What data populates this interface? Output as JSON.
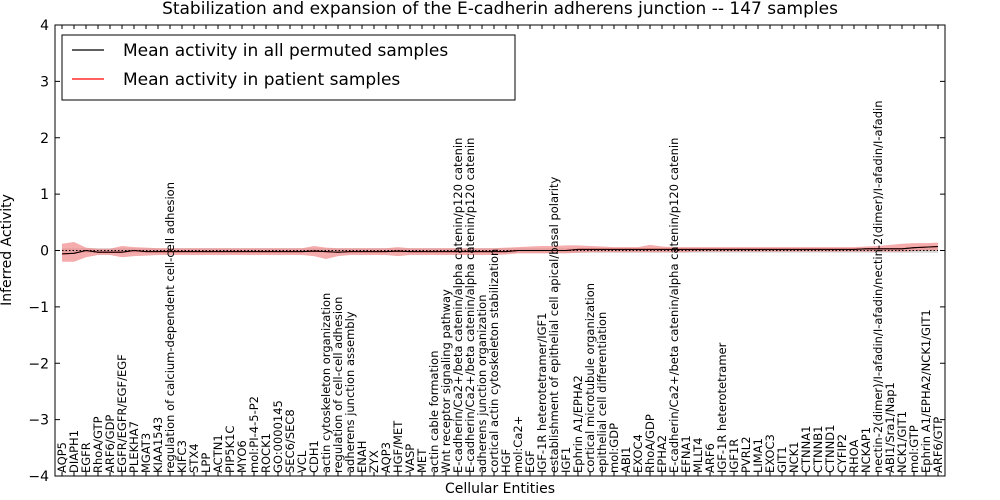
{
  "chart_data": {
    "type": "line",
    "title": "Stabilization and expansion of the E-cadherin adherens junction -- 147 samples",
    "xlabel": "Cellular Entities",
    "ylabel": "Inferred Activity",
    "ylim": [
      -4,
      4
    ],
    "yticks": [
      -4,
      -3,
      -2,
      -1,
      0,
      1,
      2,
      3,
      4
    ],
    "grid": false,
    "legend_position": "top-left",
    "categories": [
      "AQP5",
      "DIAPH1",
      "EGFR",
      "RhoA/GTP",
      "ARF6/GDP",
      "EGFR/EGFR/EGF/EGF",
      "PLEKHA7",
      "MGAT3",
      "KIAA1543",
      "regulation of calcium-dependent cell-cell adhesion",
      "KIFC3",
      "STX4",
      "LPP",
      "ACTN1",
      "PIP5K1C",
      "MYO6",
      "mol:PI-4-5-P2",
      "ROCK1",
      "GO:0000145",
      "SEC6/SEC8",
      "VCL",
      "CDH1",
      "actin cytoskeleton organization",
      "regulation of cell-cell adhesion",
      "adherens junction assembly",
      "ENAH",
      "ZYX",
      "AQP3",
      "HGF/MET",
      "VASP",
      "MET",
      "actin cable formation",
      "Wnt receptor signaling pathway",
      "E-cadherin/Ca2+/beta catenin/alpha catenin/p120 catenin",
      "E-cadherin/Ca2+/beta catenin/alpha catenin/p120 catenin",
      "adherens junction organization",
      "cortical actin cytoskeleton stabilization",
      "HGF",
      "mol:Ca2+",
      "EGF",
      "IGF-1R heterotetramer/IGF1",
      "establishment of epithelial cell apical/basal polarity",
      "IGF1",
      "Ephrin A1/EPHA2",
      "cortical microtubule organization",
      "epithelial cell differentiation",
      "mol:GDP",
      "ABI1",
      "EXOC4",
      "RhoA/GDP",
      "EPHA2",
      "E-cadherin/Ca2+/beta catenin/alpha catenin/p120 catenin",
      "EFNA1",
      "MLLT4",
      "ARF6",
      "IGF-1R heterotetramer",
      "IGF1R",
      "PVRL2",
      "LIMA1",
      "EXOC3",
      "GIT1",
      "NCK1",
      "CTNNA1",
      "CTNNB1",
      "CTNND1",
      "CYFIP2",
      "RHOA",
      "NCKAP1",
      "nectin-2(dimer)/I-afadin/I-afadin/nectin-2(dimer)/I-afadin/I-afadin",
      "ABI1/Sra1/Nap1",
      "NCK1/GIT1",
      "mol:GTP",
      "Ephrin A1/EPHA2/NCK1/GIT1",
      "ARF6/GTP"
    ],
    "series": [
      {
        "name": "Mean activity in all permuted samples",
        "color": "#000000",
        "style": "dotted-band",
        "values": [
          0,
          0,
          0,
          0,
          0,
          0,
          0,
          0,
          0,
          0,
          0,
          0,
          0,
          0,
          0,
          0,
          0,
          0,
          0,
          0,
          0,
          0,
          0,
          0,
          0,
          0,
          0,
          0,
          0,
          0,
          0,
          0,
          0,
          0,
          0,
          0,
          0,
          0,
          0,
          0,
          0,
          0,
          0,
          0,
          0,
          0,
          0,
          0,
          0,
          0,
          0,
          0,
          0,
          0,
          0,
          0,
          0,
          0,
          0,
          0,
          0,
          0,
          0,
          0,
          0,
          0,
          0,
          0,
          0,
          0,
          0,
          0,
          0,
          0
        ],
        "band_lower": [
          -0.04,
          -0.04,
          -0.04,
          -0.04,
          -0.04,
          -0.04,
          -0.04,
          -0.04,
          -0.04,
          -0.04,
          -0.04,
          -0.04,
          -0.04,
          -0.04,
          -0.04,
          -0.04,
          -0.04,
          -0.04,
          -0.04,
          -0.04,
          -0.04,
          -0.04,
          -0.04,
          -0.04,
          -0.04,
          -0.04,
          -0.04,
          -0.04,
          -0.04,
          -0.04,
          -0.04,
          -0.04,
          -0.04,
          -0.04,
          -0.04,
          -0.04,
          -0.04,
          -0.04,
          -0.04,
          -0.04,
          -0.04,
          -0.04,
          -0.04,
          -0.04,
          -0.04,
          -0.04,
          -0.04,
          -0.04,
          -0.04,
          -0.04,
          -0.04,
          -0.04,
          -0.04,
          -0.04,
          -0.04,
          -0.04,
          -0.04,
          -0.04,
          -0.04,
          -0.04,
          -0.04,
          -0.04,
          -0.04,
          -0.04,
          -0.04,
          -0.04,
          -0.04,
          -0.04,
          -0.04,
          -0.04,
          -0.04,
          -0.04,
          -0.04,
          -0.04
        ],
        "band_upper": [
          0.04,
          0.04,
          0.04,
          0.04,
          0.04,
          0.04,
          0.04,
          0.04,
          0.04,
          0.04,
          0.04,
          0.04,
          0.04,
          0.04,
          0.04,
          0.04,
          0.04,
          0.04,
          0.04,
          0.04,
          0.04,
          0.04,
          0.04,
          0.04,
          0.04,
          0.04,
          0.04,
          0.04,
          0.04,
          0.04,
          0.04,
          0.04,
          0.04,
          0.04,
          0.04,
          0.04,
          0.04,
          0.04,
          0.04,
          0.04,
          0.04,
          0.04,
          0.04,
          0.04,
          0.04,
          0.04,
          0.04,
          0.04,
          0.04,
          0.04,
          0.04,
          0.04,
          0.04,
          0.04,
          0.04,
          0.04,
          0.04,
          0.04,
          0.04,
          0.04,
          0.04,
          0.04,
          0.04,
          0.04,
          0.04,
          0.04,
          0.04,
          0.04,
          0.04,
          0.04,
          0.04,
          0.04,
          0.04,
          0.04
        ]
      },
      {
        "name": "Mean activity in patient samples",
        "color": "#ff0000",
        "band_color": "#f08080",
        "values": [
          -0.06,
          -0.05,
          0.0,
          -0.03,
          -0.03,
          -0.03,
          0.0,
          -0.02,
          -0.02,
          -0.02,
          -0.02,
          -0.02,
          -0.02,
          -0.02,
          -0.02,
          -0.02,
          -0.02,
          -0.02,
          -0.02,
          -0.02,
          -0.02,
          -0.01,
          -0.02,
          -0.03,
          -0.02,
          -0.02,
          -0.02,
          -0.02,
          -0.01,
          -0.02,
          -0.02,
          -0.02,
          -0.02,
          -0.02,
          -0.02,
          -0.02,
          -0.02,
          -0.02,
          0.0,
          0.0,
          0.0,
          0.0,
          0.0,
          0.02,
          0.02,
          0.02,
          0.02,
          0.02,
          0.02,
          0.02,
          0.02,
          0.02,
          0.02,
          0.02,
          0.02,
          0.02,
          0.02,
          0.02,
          0.02,
          0.02,
          0.02,
          0.02,
          0.02,
          0.02,
          0.02,
          0.02,
          0.02,
          0.03,
          0.03,
          0.03,
          0.03,
          0.05,
          0.06,
          0.07
        ],
        "band_lower": [
          -0.2,
          -0.2,
          -0.12,
          -0.08,
          -0.08,
          -0.12,
          -0.1,
          -0.09,
          -0.08,
          -0.08,
          -0.08,
          -0.08,
          -0.08,
          -0.08,
          -0.08,
          -0.08,
          -0.08,
          -0.08,
          -0.08,
          -0.08,
          -0.08,
          -0.1,
          -0.15,
          -0.1,
          -0.08,
          -0.08,
          -0.08,
          -0.08,
          -0.1,
          -0.08,
          -0.08,
          -0.08,
          -0.08,
          -0.08,
          -0.08,
          -0.08,
          -0.08,
          -0.07,
          -0.05,
          -0.05,
          -0.05,
          -0.05,
          -0.05,
          -0.04,
          -0.03,
          -0.03,
          -0.03,
          -0.03,
          -0.03,
          -0.03,
          -0.03,
          -0.03,
          -0.03,
          -0.02,
          -0.02,
          -0.02,
          -0.02,
          -0.02,
          -0.02,
          -0.02,
          -0.02,
          -0.02,
          -0.02,
          -0.02,
          -0.02,
          -0.02,
          -0.02,
          -0.02,
          -0.02,
          -0.02,
          -0.02,
          -0.01,
          0.0,
          0.0
        ],
        "band_upper": [
          0.12,
          0.15,
          0.05,
          0.03,
          0.03,
          0.08,
          0.06,
          0.05,
          0.04,
          0.04,
          0.04,
          0.04,
          0.04,
          0.04,
          0.04,
          0.04,
          0.04,
          0.04,
          0.04,
          0.04,
          0.04,
          0.08,
          0.05,
          0.04,
          0.04,
          0.04,
          0.04,
          0.04,
          0.06,
          0.04,
          0.04,
          0.04,
          0.04,
          0.04,
          0.04,
          0.04,
          0.04,
          0.05,
          0.06,
          0.07,
          0.08,
          0.08,
          0.09,
          0.09,
          0.08,
          0.07,
          0.06,
          0.06,
          0.06,
          0.1,
          0.07,
          0.06,
          0.06,
          0.06,
          0.06,
          0.06,
          0.06,
          0.06,
          0.06,
          0.06,
          0.06,
          0.06,
          0.06,
          0.06,
          0.06,
          0.06,
          0.06,
          0.07,
          0.08,
          0.1,
          0.12,
          0.13,
          0.13,
          0.14
        ]
      }
    ]
  }
}
